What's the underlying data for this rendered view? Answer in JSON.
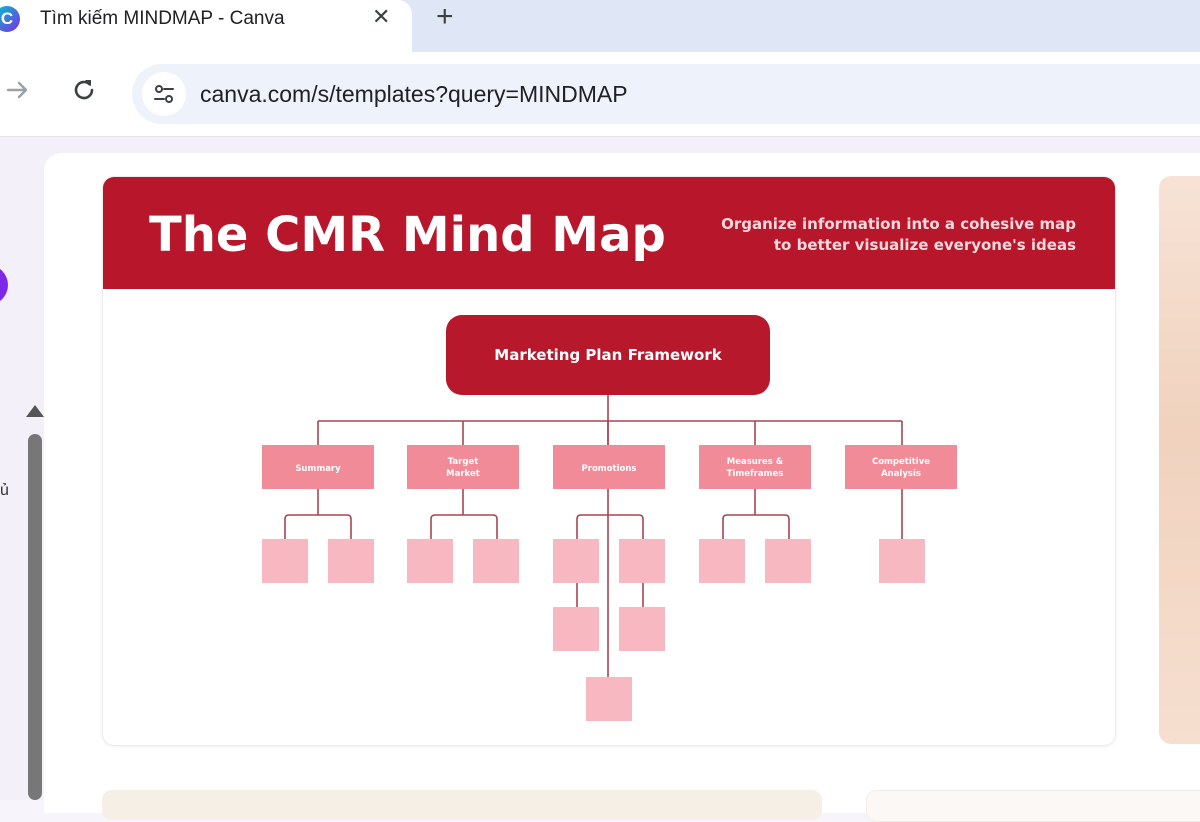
{
  "browser": {
    "tab": {
      "favicon": "C",
      "title": "Tìm kiếm MINDMAP - Canva",
      "close_glyph": "✕"
    },
    "new_tab_glyph": "+",
    "url": "canva.com/s/templates?query=MINDMAP",
    "icons": [
      "forward-arrow-icon",
      "reload-icon",
      "site-settings-icon"
    ]
  },
  "page": {
    "left_letter": "ủ"
  },
  "template_card": {
    "title": "The CMR Mind Map",
    "subtitle_line1": "Organize information into a cohesive map",
    "subtitle_line2": "to better visualize everyone's ideas",
    "root": "Marketing Plan Framework",
    "branches": [
      {
        "line1": "Summary",
        "line2": ""
      },
      {
        "line1": "Target",
        "line2": "Market"
      },
      {
        "line1": "Promotions",
        "line2": ""
      },
      {
        "line1": "Measures &",
        "line2": "Timeframes"
      },
      {
        "line1": "Competitive",
        "line2": "Analysis"
      }
    ],
    "colors": {
      "header": "#b8162b",
      "root": "#b8182c",
      "branch": "#f28b98",
      "leaf": "#f8b8c1",
      "connector": "#a9454f"
    }
  }
}
